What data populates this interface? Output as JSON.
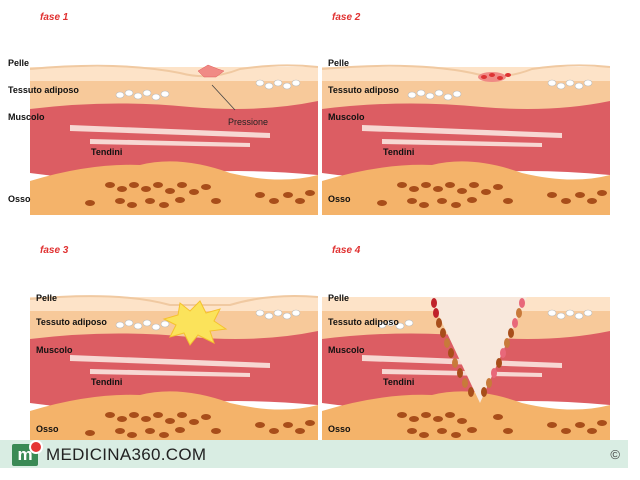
{
  "panels": [
    {
      "phase": "fase 1",
      "labels": {
        "skin": "Pelle",
        "fat": "Tessuto adiposo",
        "muscle": "Muscolo",
        "tendons": "Tendini",
        "bone": "Osso"
      },
      "pressure_label": "Pressione"
    },
    {
      "phase": "fase 2",
      "labels": {
        "skin": "Pelle",
        "fat": "Tessuto adiposo",
        "muscle": "Muscolo",
        "tendons": "Tendini",
        "bone": "Osso"
      }
    },
    {
      "phase": "fase 3",
      "labels": {
        "skin": "Pelle",
        "fat": "Tessuto adiposo",
        "muscle": "Muscolo",
        "tendons": "Tendini",
        "bone": "Osso"
      }
    },
    {
      "phase": "fase 4",
      "labels": {
        "skin": "Pelle",
        "fat": "Tessuto adiposo",
        "muscle": "Muscolo",
        "tendons": "Tendini",
        "bone": "Osso"
      }
    }
  ],
  "footer": {
    "brand": "MEDICINA360.COM",
    "logo_letter": "m",
    "copyright": "©"
  },
  "colors": {
    "skin": "#fde3c8",
    "fat": "#f7c99a",
    "muscle": "#dc5d63",
    "muscle_light": "#f0a29a",
    "bone": "#f4b36a",
    "bone_cell": "#a84e1a",
    "phase_label": "#e03030",
    "brand_green": "#3a8a55"
  }
}
